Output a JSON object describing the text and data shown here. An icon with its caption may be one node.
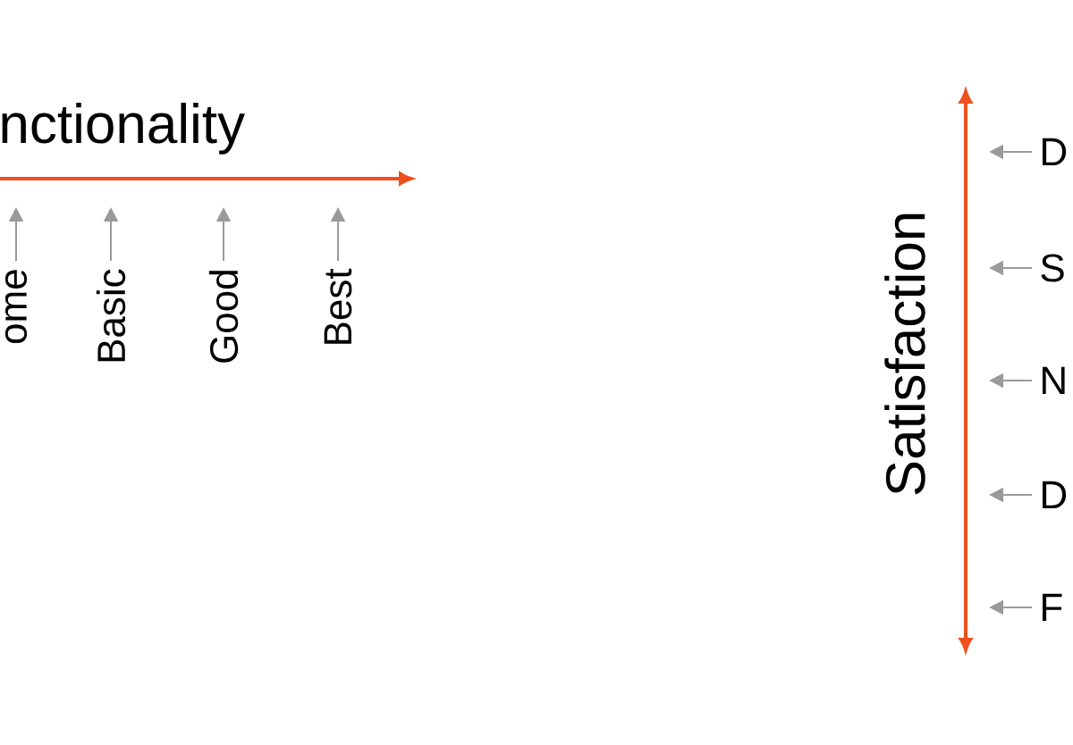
{
  "diagram": {
    "nodes": [
      {
        "text": [
          "ome"
        ]
      },
      {
        "text": [
          "Basic"
        ]
      },
      {
        "text": [
          "Good"
        ]
      },
      {
        "text": [
          "Best"
        ]
      },
      {
        "text": [
          "D"
        ]
      },
      {
        "text": [
          "S"
        ]
      },
      {
        "text": [
          "N"
        ]
      },
      {
        "text": [
          "D"
        ]
      },
      {
        "text": [
          "F"
        ]
      }
    ],
    "edges": [
      {
        "from": 0,
        "to": null,
        "arrow": "to"
      },
      {
        "from": 1,
        "to": null,
        "arrow": "to"
      },
      {
        "from": 2,
        "to": null,
        "arrow": "to"
      },
      {
        "from": 3,
        "to": null,
        "arrow": "to"
      },
      {
        "from": 4,
        "to": null,
        "arrow": "to"
      },
      {
        "from": 5,
        "to": null,
        "arrow": "to"
      },
      {
        "from": 6,
        "to": null,
        "arrow": "to"
      },
      {
        "from": 7,
        "to": null,
        "arrow": "to"
      },
      {
        "from": 8,
        "to": null,
        "arrow": "to"
      }
    ],
    "labels": [
      "nctionality",
      "Satisfaction"
    ]
  }
}
